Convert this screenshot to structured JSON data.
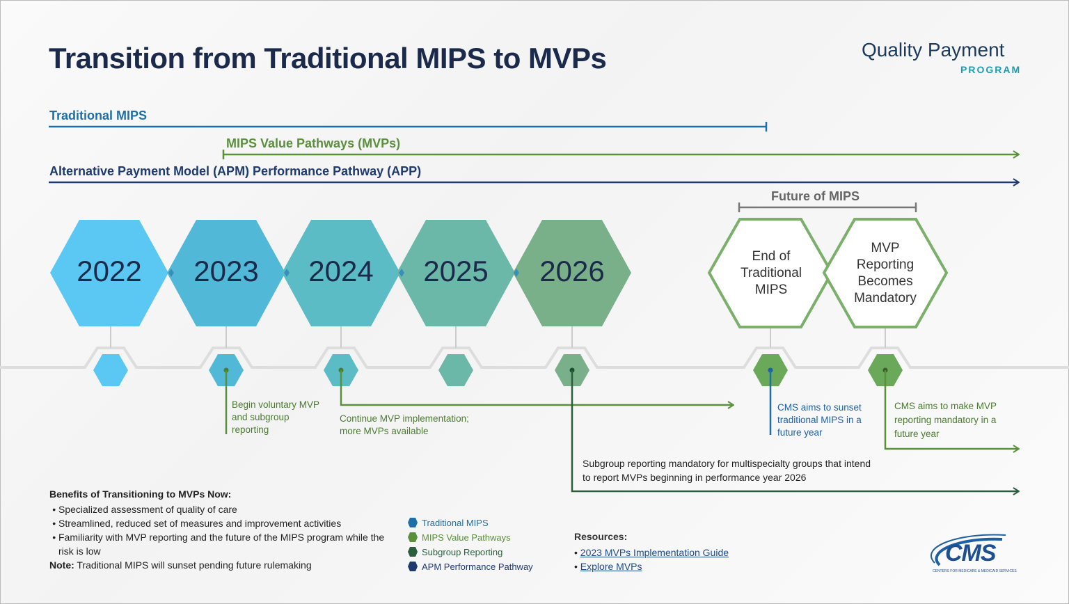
{
  "title": "Transition from Traditional MIPS to MVPs",
  "logo": {
    "line1": "Quality Payment",
    "line2": "PROGRAM"
  },
  "tracks": [
    {
      "label": "Traditional MIPS",
      "color": "#1e6fa8"
    },
    {
      "label": "MIPS Value Pathways (MVPs)",
      "color": "#5a8f3c"
    },
    {
      "label": "Alternative Payment Model (APM) Performance Pathway (APP)",
      "color": "#1e3a6e"
    }
  ],
  "future_label": "Future of MIPS",
  "years": [
    "2022",
    "2023",
    "2024",
    "2025",
    "2026"
  ],
  "future": [
    {
      "text": "End of Traditional MIPS"
    },
    {
      "text": "MVP Reporting Becomes Mandatory"
    }
  ],
  "notes": {
    "n2023": "Begin voluntary MVP and subgroup reporting",
    "n2024": "Continue MVP implementation; more MVPs available",
    "n2026": "Subgroup reporting mandatory for multispecialty groups that intend to report MVPs beginning in performance year 2026",
    "sunset": "CMS aims to sunset traditional MIPS in a future year",
    "mandatory": "CMS aims to make MVP reporting mandatory in a future year"
  },
  "benefits": {
    "heading": "Benefits of Transitioning to MVPs Now:",
    "items": [
      "Specialized assessment of quality of care",
      "Streamlined, reduced set of measures and improvement activities",
      "Familiarity with MVP reporting and the future of the MIPS program while the risk is low"
    ],
    "note_label": "Note:",
    "note": " Traditional MIPS will sunset pending future rulemaking"
  },
  "legend": [
    {
      "label": "Traditional MIPS",
      "color": "#1e6fa8"
    },
    {
      "label": "MIPS Value Pathways",
      "color": "#5a8f3c"
    },
    {
      "label": "Subgroup Reporting",
      "color": "#2a5e3c"
    },
    {
      "label": "APM Performance Pathway",
      "color": "#1e3a6e"
    }
  ],
  "resources": {
    "heading": "Resources:",
    "links": [
      "2023 MVPs Implementation Guide",
      "Explore MVPs"
    ]
  },
  "cms_logo": {
    "text": "CMS",
    "sub": "CENTERS FOR MEDICARE & MEDICAID SERVICES"
  }
}
